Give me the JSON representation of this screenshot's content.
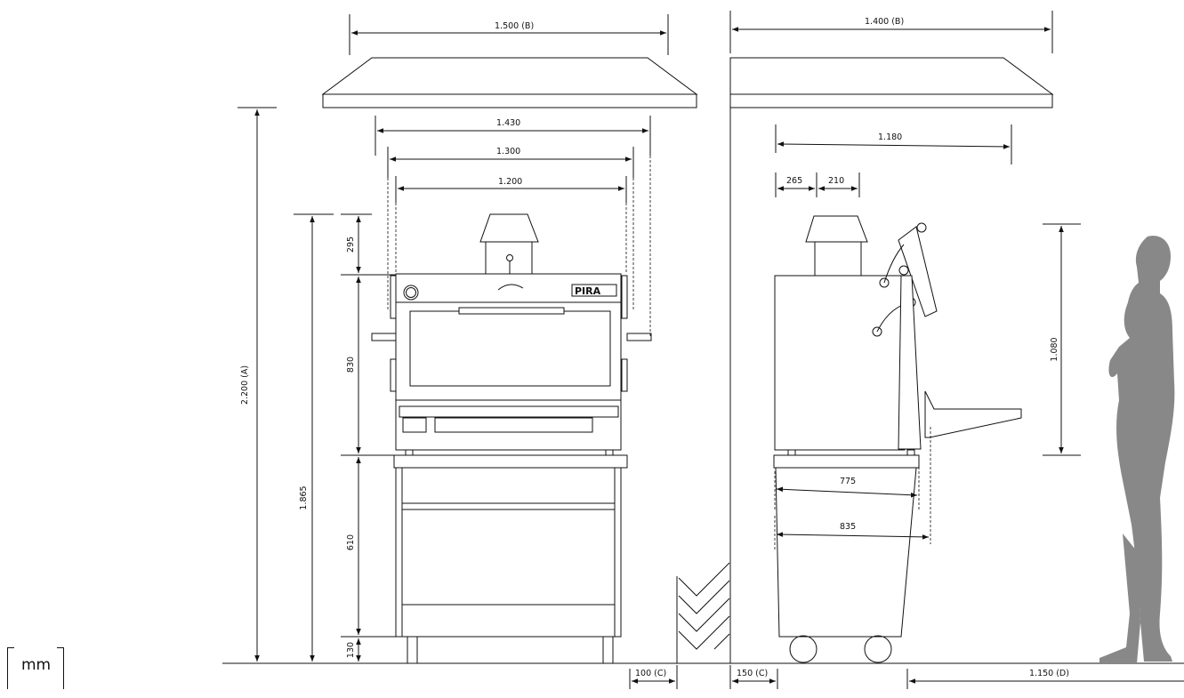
{
  "units": "mm",
  "dimensions": {
    "front_canopy_width": "1.500 (B)",
    "side_canopy_depth": "1.400 (B)",
    "hood_height": "2.200 (A)",
    "width_1430": "1.430",
    "width_1300": "1.300",
    "width_1200": "1.200",
    "depth_1180": "1.180",
    "d265": "265",
    "d210": "210",
    "h295": "295",
    "h830": "830",
    "h610": "610",
    "h130": "130",
    "h1865": "1.865",
    "h1080": "1.080",
    "d775": "775",
    "d835": "835",
    "gap_100": "100 (C)",
    "gap_150": "150 (C)",
    "clear_1150": "1.150 (D)"
  }
}
